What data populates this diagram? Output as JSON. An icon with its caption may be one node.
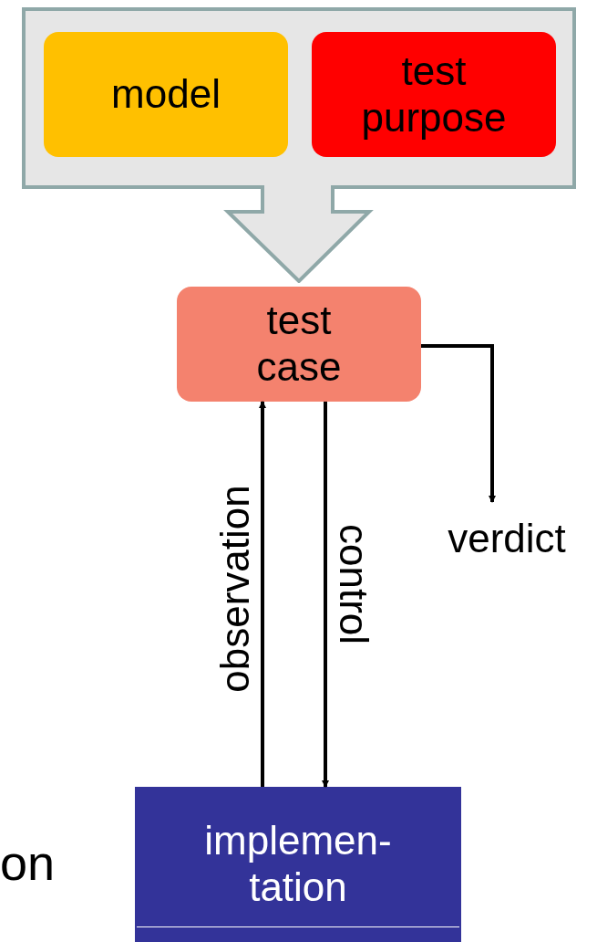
{
  "diagram": {
    "nodes": [
      {
        "text": [],
        "shape": "arrow"
      },
      {
        "text": [
          "model"
        ],
        "in": 0
      },
      {
        "text": [
          "test purpose"
        ],
        "in": 0
      },
      {
        "text": [
          "test case"
        ]
      },
      {
        "text": [
          "verdict"
        ]
      },
      {
        "text": [
          "implemen- tation"
        ]
      }
    ],
    "edges": [
      {
        "from": 3,
        "to": 4,
        "arrow": "to"
      },
      {
        "from": 5,
        "to": 3,
        "arrow": "to",
        "label": "observation"
      },
      {
        "from": 3,
        "to": 5,
        "arrow": "to",
        "label": "control"
      }
    ],
    "labels": [
      "on"
    ]
  }
}
